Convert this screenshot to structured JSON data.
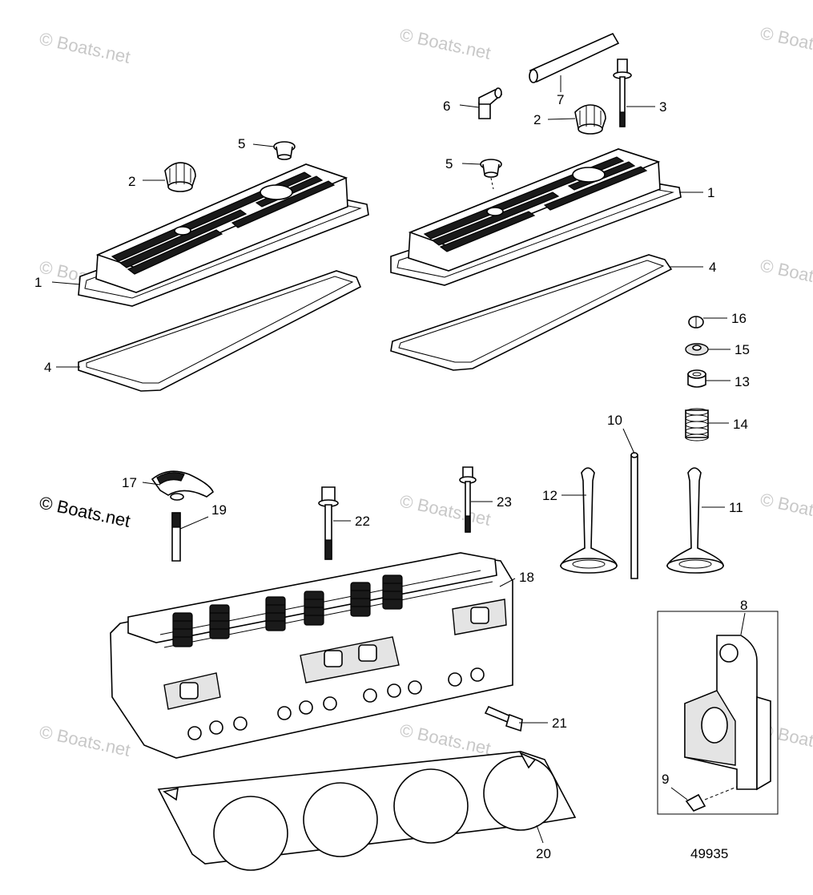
{
  "watermark": "© Boats.net",
  "copyright_label": "© Boats.net",
  "diagram_id": "49935",
  "callouts": {
    "c1a": "1",
    "c1b": "1",
    "c2a": "2",
    "c2b": "2",
    "c3": "3",
    "c4a": "4",
    "c4b": "4",
    "c5a": "5",
    "c5b": "5",
    "c6": "6",
    "c7": "7",
    "c8": "8",
    "c9": "9",
    "c10": "10",
    "c11": "11",
    "c12": "12",
    "c13": "13",
    "c14": "14",
    "c15": "15",
    "c16": "16",
    "c17": "17",
    "c18": "18",
    "c19": "19",
    "c20": "20",
    "c21": "21",
    "c22": "22",
    "c23": "23"
  }
}
